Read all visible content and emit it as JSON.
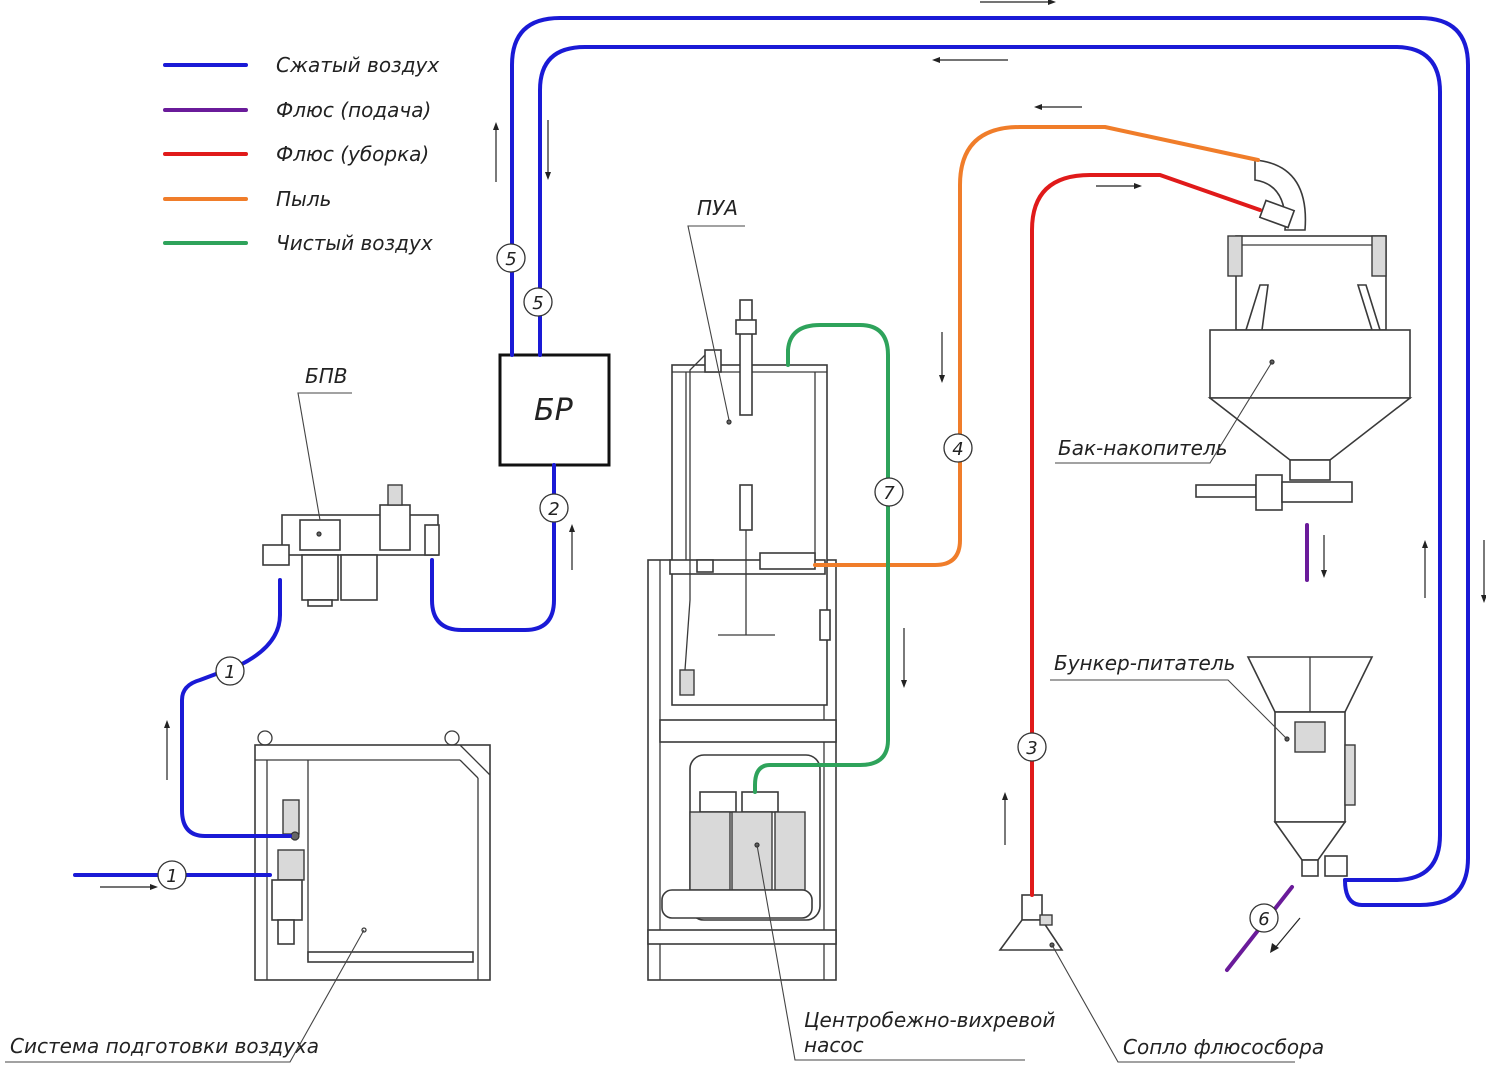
{
  "legend": [
    {
      "label": "Сжатый воздух",
      "color": "#1a1ad6"
    },
    {
      "label": "Флюс (подача)",
      "color": "#6a1b9a"
    },
    {
      "label": "Флюс (уборка)",
      "color": "#e01a1a"
    },
    {
      "label": "Пыль",
      "color": "#f07d2a"
    },
    {
      "label": "Чистый воздух",
      "color": "#2ea35b"
    }
  ],
  "labels": {
    "bpv": "БПВ",
    "br": "БР",
    "pua": "ПУА",
    "tank": "Бак-накопитель",
    "hopper": "Бункер-питатель",
    "air_system": "Система подготовки воздуха",
    "pump_line1": "Центробежно-вихревой",
    "pump_line2": "насос",
    "nozzle": "Сопло флюсосбора"
  },
  "line_numbers": {
    "n1a": "1",
    "n1b": "1",
    "n2": "2",
    "n3": "3",
    "n4": "4",
    "n5a": "5",
    "n5b": "5",
    "n6": "6",
    "n7": "7"
  }
}
